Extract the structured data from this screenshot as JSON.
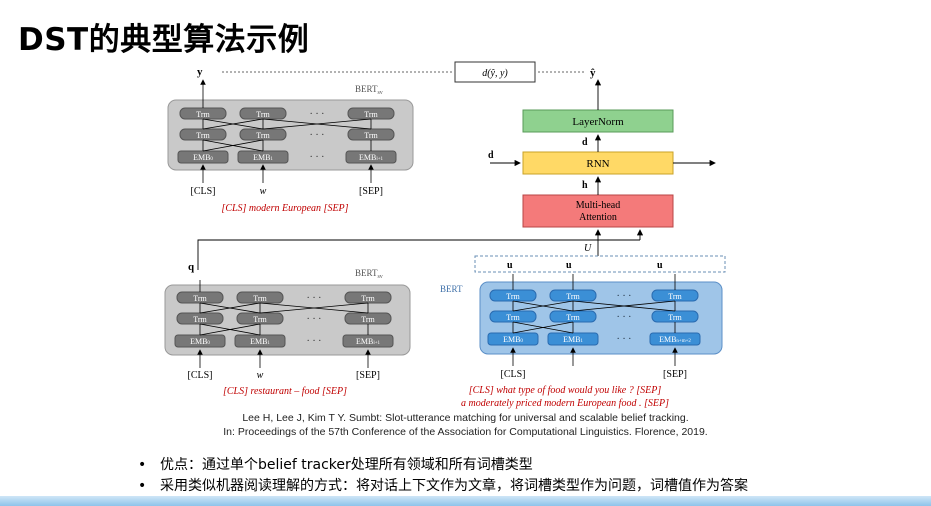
{
  "title": "DST的典型算法示例",
  "diagram": {
    "trm": "Trm",
    "dots": "· · ·",
    "bert_sv": "BERT",
    "bert_sv_sub": "sv",
    "bert": "BERT",
    "emb0": "EMB",
    "emb0_sub": "0",
    "emb1": "EMB",
    "emb1_sub": "1",
    "embl": "EMB",
    "embl_sub": "l+1",
    "embn": "EMB",
    "embn_sub": "n+m+2",
    "cls": "[CLS]",
    "sep": "[SEP]",
    "w1": "w",
    "y_label": "y",
    "q_label": "q",
    "distance": "d(ŷ, y)",
    "yhat": "ŷ",
    "layernorm": "LayerNorm",
    "rnn": "RNN",
    "mha_line1": "Multi-head",
    "mha_line2": "Attention",
    "d_label": "d",
    "d_prev": "d",
    "h_label": "h",
    "u_label": "U",
    "u0": "u",
    "u1": "u",
    "un": "u",
    "value_example": "[CLS]  modern  European  [SEP]",
    "slot_example": "[CLS]  restaurant  – food  [SEP]",
    "utter_line1": "[CLS] what type of food would you like ? [SEP]",
    "utter_line2": "a moderately priced modern European food . [SEP]"
  },
  "citation": {
    "line1": "Lee H, Lee J, Kim T Y. Sumbt: Slot-utterance matching for universal and scalable belief tracking.",
    "line2": "In: Proceedings of the 57th Conference of the Association for Computational Linguistics. Florence, 2019."
  },
  "bullets": [
    "优点：通过单个belief tracker处理所有领域和所有词槽类型",
    "采用类似机器阅读理解的方式：将对话上下文作为文章，将词槽类型作为问题，词槽值作为答案"
  ],
  "colors": {
    "gray_panel": "#c9c9c9",
    "blue_panel": "#9fc5e8",
    "layernorm": "#8fd18f",
    "rnn": "#ffd966",
    "attention": "#f47a7a",
    "example_red": "#c00000"
  }
}
